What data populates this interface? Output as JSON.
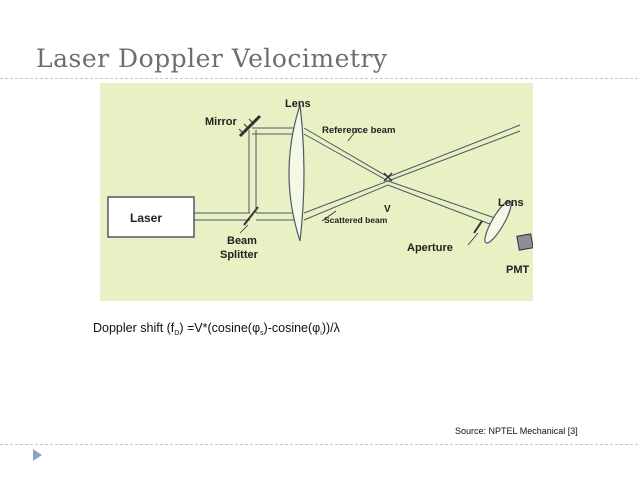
{
  "slide": {
    "title": "Laser Doppler Velocimetry",
    "source": "Source: NPTEL Mechanical [3]"
  },
  "equation": {
    "prefix": "Doppler shift (f",
    "sub_d": "D",
    "mid": ") =V*(cosine(φ",
    "sub_s": "s",
    "mid2": ")-cosine(φ",
    "sub_i": "i",
    "suffix": "))/λ"
  },
  "diagram": {
    "labels": {
      "laser": "Laser",
      "mirror": "Mirror",
      "lens_left": "Lens",
      "reference_beam": "Reference beam",
      "v": "V",
      "scattered_beam": "Scattered beam",
      "beam": "Beam",
      "splitter": "Splitter",
      "aperture": "Aperture",
      "lens_right": "Lens",
      "pmt": "PMT"
    },
    "colors": {
      "panel_bg": "#e8f0c4",
      "line": "#4a5a6a",
      "laser_box": "#ffffff"
    }
  }
}
